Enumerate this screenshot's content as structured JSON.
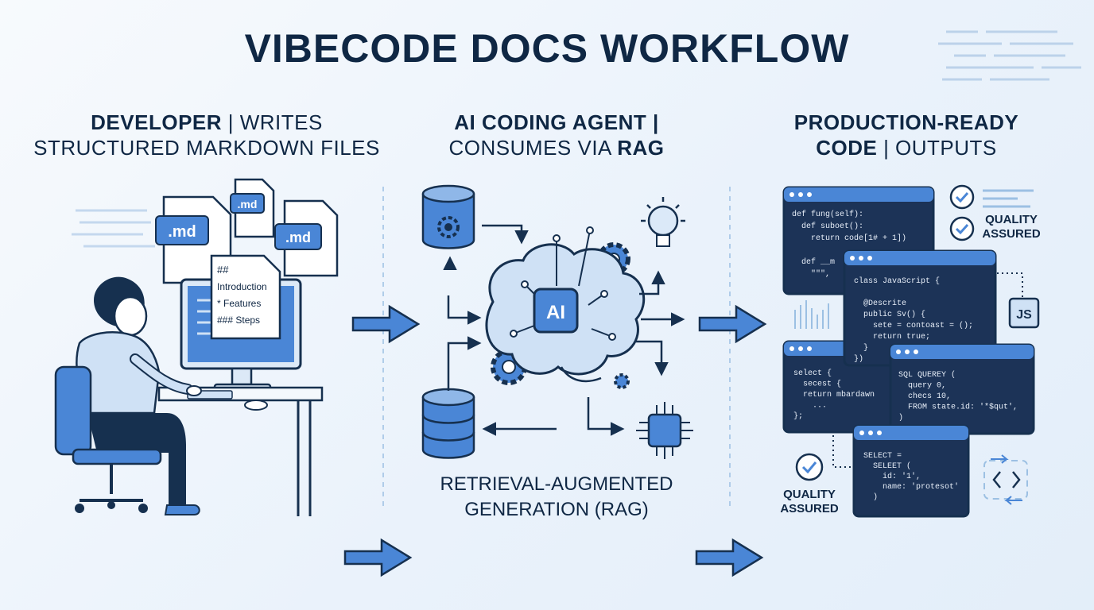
{
  "title": "VIBECODE DOCS WORKFLOW",
  "columns": {
    "developer": {
      "line1_bold": "DEVELOPER",
      "line1_rest": " | WRITES",
      "line2": "STRUCTURED MARKDOWN FILES"
    },
    "agent": {
      "line1": "AI CODING AGENT |",
      "line2_rest": "CONSUMES VIA ",
      "line2_bold": "RAG"
    },
    "output": {
      "line1": "PRODUCTION-READY",
      "line2_bold": "CODE",
      "line2_rest": " | OUTPUTS"
    }
  },
  "md_files": [
    ".md",
    ".md",
    ".md"
  ],
  "md_doc_lines": [
    "##",
    "Introduction",
    "* Features",
    "### Steps"
  ],
  "brain_label": "AI",
  "rag_caption": {
    "line1": "RETRIEVAL-AUGMENTED",
    "line2": "GENERATION (RAG)"
  },
  "quality": {
    "top_line1": "QUALITY",
    "top_line2": "ASSURED",
    "bottom_line1": "QUALITY",
    "bottom_line2": "ASSURED"
  },
  "js_badge": "JS",
  "code_windows": {
    "w1": [
      "def fung(self):",
      "  def suboet():",
      "    return code[1# + 1])",
      "",
      "  def __m",
      "    \"\"\","
    ],
    "w2": [
      "class JavaScript {",
      "",
      "  @Descrite",
      "  public Sv() {",
      "    sete = contoast = ();",
      "    return true;",
      "  }",
      "})"
    ],
    "w3": [
      "select {",
      "  secest {",
      "  return mbardawn",
      "    ...",
      "};"
    ],
    "w4": [
      "SQL QUEREY (",
      "  query 0,",
      "  checs 10,",
      "  FROM state.id: '*$qut',",
      ")"
    ],
    "w5": [
      "SELECT =",
      "  SELEET (",
      "    id: '1',",
      "    name: 'protesot'",
      "  )"
    ]
  }
}
